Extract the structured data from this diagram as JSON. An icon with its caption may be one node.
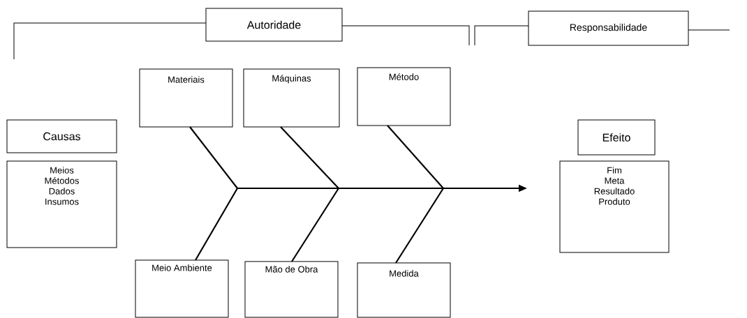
{
  "diagram": {
    "nodes": [
      {
        "text": [
          "Autoridade"
        ]
      },
      {
        "text": [
          "Responsabilidade"
        ]
      },
      {
        "text": [
          "Materiais"
        ]
      },
      {
        "text": [
          "Máquinas"
        ]
      },
      {
        "text": [
          "Método"
        ]
      },
      {
        "text": [
          "Causas"
        ]
      },
      {
        "text": [
          "Meios",
          "Métodos",
          "Dados",
          "Insumos"
        ]
      },
      {
        "text": [
          "Efeito"
        ]
      },
      {
        "text": [
          "Fim",
          "Meta",
          "Resultado",
          "Produto"
        ]
      },
      {
        "text": [
          "Meio Ambiente"
        ]
      },
      {
        "text": [
          "Mão de Obra"
        ]
      },
      {
        "text": [
          "Medida"
        ]
      }
    ],
    "edges": [
      {
        "from": 2,
        "to": null,
        "arrow": "none"
      },
      {
        "from": 3,
        "to": null,
        "arrow": "none"
      },
      {
        "from": 4,
        "to": null,
        "arrow": "none"
      },
      {
        "from": 9,
        "to": null,
        "arrow": "none"
      },
      {
        "from": 10,
        "to": null,
        "arrow": "none"
      },
      {
        "from": 11,
        "to": null,
        "arrow": "none"
      }
    ]
  }
}
